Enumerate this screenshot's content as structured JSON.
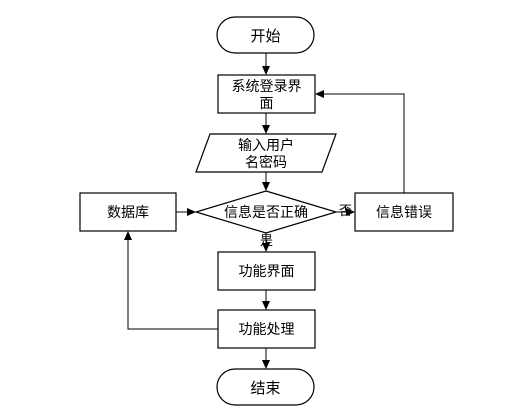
{
  "flowchart": {
    "start": "开始",
    "login": [
      "系统登录界",
      "面"
    ],
    "input": [
      "输入用户",
      "名密码"
    ],
    "check": "信息是否正确",
    "database": "数据库",
    "error": "信息错误",
    "function_ui": "功能界面",
    "function_proc": "功能处理",
    "end": "结束",
    "label_yes": "是",
    "label_no": "否"
  },
  "colors": {
    "stroke": "#000000",
    "fill": "#ffffff",
    "text": "#000000"
  }
}
